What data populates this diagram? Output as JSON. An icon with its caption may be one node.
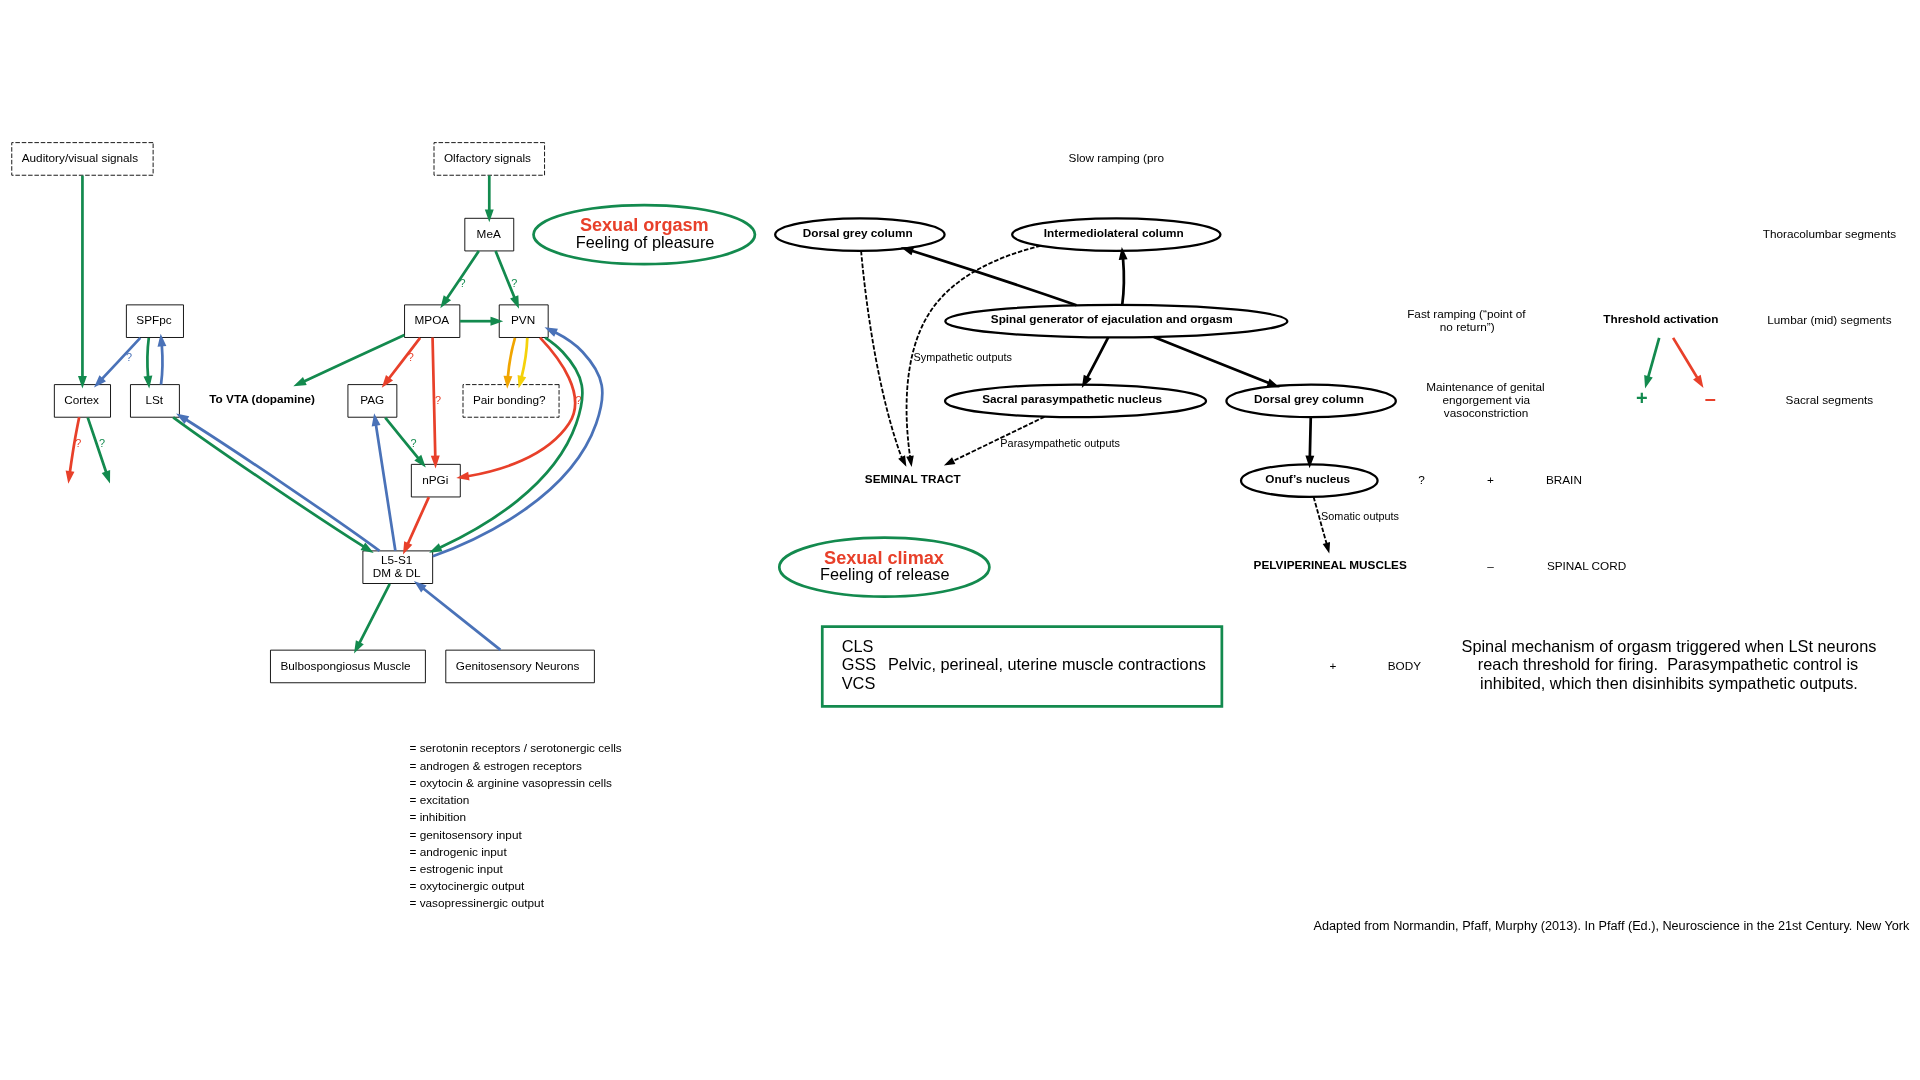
{
  "diagram": {
    "caption": "Adapted from Normandin, Pfaff, Murphy (2013). In Pfaff (Ed.), Neuroscience in the 21st Century. New York",
    "nodes": [
      {
        "text": [
          "Auditory/visual signals"
        ]
      },
      {
        "text": [
          "Olfactory signals"
        ]
      },
      {
        "text": [
          "Cortex"
        ]
      },
      {
        "text": [
          "MeA"
        ]
      },
      {
        "text": [
          "MPOA"
        ]
      },
      {
        "text": [
          "PVN"
        ]
      },
      {
        "text": [
          "Pair bonding?"
        ]
      },
      {
        "text": [
          "To VTA (dopamine)"
        ]
      },
      {
        "text": [
          "SPFpc"
        ]
      },
      {
        "text": [
          "PAG"
        ]
      },
      {
        "text": [
          "LSt"
        ]
      },
      {
        "text": [
          "nPGi"
        ]
      },
      {
        "text": [
          "L5-S1",
          "DM & DL"
        ]
      },
      {
        "text": [
          "Genitosensory Neurons"
        ]
      },
      {
        "text": [
          "Bulbospongiosus Muscle"
        ]
      },
      {
        "text": [
          "Sexual orgasm",
          "Feeling of pleasure"
        ]
      },
      {
        "text": [
          "Sexual climax",
          "Feeling of release"
        ]
      },
      {
        "text": [
          "CLS",
          "GSS",
          "VCS",
          "Pelvic, perineal, uterine muscle contractions"
        ]
      },
      {
        "text": [
          "Dorsal grey column"
        ]
      },
      {
        "text": [
          "Intermediolateral column"
        ]
      },
      {
        "text": [
          "Spinal generator of ejaculation and orgasm"
        ]
      },
      {
        "text": [
          "Threshold activation"
        ]
      },
      {
        "text": [
          "+"
        ]
      },
      {
        "text": [
          "–"
        ]
      },
      {
        "text": [
          "Sacral parasympathetic nucleus"
        ]
      },
      {
        "text": [
          "Dorsal grey column"
        ]
      },
      {
        "text": [
          "Onuf’s nucleus"
        ]
      },
      {
        "text": [
          "SEMINAL TRACT"
        ]
      },
      {
        "text": [
          "PELVIPERINEAL MUSCLES"
        ]
      }
    ],
    "edges": [
      {
        "from": 0,
        "to": 2,
        "arrow": "to",
        "color": "#138a4e"
      },
      {
        "from": 2,
        "to": null,
        "arrow": "to",
        "color": "#138a4e",
        "label": "?"
      },
      {
        "from": 2,
        "to": null,
        "arrow": "to",
        "color": "#e8402a",
        "label": "?"
      },
      {
        "from": 1,
        "to": 3,
        "arrow": "to",
        "color": "#138a4e"
      },
      {
        "from": 3,
        "to": 4,
        "arrow": "to",
        "color": "#138a4e",
        "label": "?"
      },
      {
        "from": 3,
        "to": 5,
        "arrow": "to",
        "color": "#138a4e",
        "label": "?"
      },
      {
        "from": 4,
        "to": 5,
        "arrow": "to",
        "color": "#138a4e"
      },
      {
        "from": 4,
        "to": 7,
        "arrow": "to",
        "color": "#138a4e"
      },
      {
        "from": 5,
        "to": 6,
        "arrow": "to",
        "color": "#f0a500"
      },
      {
        "from": 5,
        "to": 6,
        "arrow": "to",
        "color": "#f5d20a"
      },
      {
        "from": 8,
        "to": 2,
        "arrow": "to",
        "color": "#4a72b8",
        "label": "?"
      },
      {
        "from": 4,
        "to": 9,
        "arrow": "to",
        "color": "#e8402a",
        "label": "?"
      },
      {
        "from": 4,
        "to": 11,
        "arrow": "to",
        "color": "#e8402a",
        "label": "?"
      },
      {
        "from": 5,
        "to": 11,
        "arrow": "to",
        "color": "#e8402a",
        "label": "?"
      },
      {
        "from": 5,
        "to": 12,
        "arrow": "to",
        "color": "#138a4e"
      },
      {
        "from": 12,
        "to": 5,
        "arrow": "to",
        "color": "#4a72b8"
      },
      {
        "from": 9,
        "to": 11,
        "arrow": "to",
        "color": "#138a4e",
        "label": "?"
      },
      {
        "from": 12,
        "to": 9,
        "arrow": "to",
        "color": "#4a72b8"
      },
      {
        "from": 11,
        "to": 12,
        "arrow": "to",
        "color": "#e8402a"
      },
      {
        "from": 8,
        "to": 10,
        "arrow": "to",
        "color": "#138a4e"
      },
      {
        "from": 10,
        "to": 8,
        "arrow": "to",
        "color": "#4a72b8"
      },
      {
        "from": 10,
        "to": 12,
        "arrow": "to",
        "color": "#138a4e"
      },
      {
        "from": 12,
        "to": 10,
        "arrow": "to",
        "color": "#4a72b8"
      },
      {
        "from": 13,
        "to": 12,
        "arrow": "to",
        "color": "#4a72b8"
      },
      {
        "from": 12,
        "to": 14,
        "arrow": "to",
        "color": "#138a4e"
      },
      {
        "from": 20,
        "to": 18,
        "arrow": "to",
        "color": "#000000"
      },
      {
        "from": 20,
        "to": 19,
        "arrow": "to",
        "color": "#000000"
      },
      {
        "from": 20,
        "to": 25,
        "arrow": "to",
        "color": "#000000"
      },
      {
        "from": 20,
        "to": 24,
        "arrow": "to",
        "color": "#000000"
      },
      {
        "from": 25,
        "to": 26,
        "arrow": "to",
        "color": "#000000"
      },
      {
        "from": 21,
        "to": 22,
        "arrow": "to",
        "color": "#138a4e"
      },
      {
        "from": 21,
        "to": 23,
        "arrow": "to",
        "color": "#e8402a"
      },
      {
        "from": 18,
        "to": 27,
        "arrow": "to",
        "style": "dashed",
        "color": "#000000"
      },
      {
        "from": 19,
        "to": 27,
        "arrow": "to",
        "style": "dashed",
        "color": "#000000",
        "label": "Sympathetic outputs"
      },
      {
        "from": 24,
        "to": 27,
        "arrow": "to",
        "style": "dashed",
        "color": "#000000",
        "label": "Parasympathetic outputs"
      },
      {
        "from": 26,
        "to": 28,
        "arrow": "to",
        "style": "dashed",
        "color": "#000000",
        "label": "Somatic outputs"
      }
    ],
    "labels": [
      "?",
      "BRAIN",
      "SPINAL CORD",
      "BODY",
      "Thoracolumbar segments",
      "Slow ramping (pro",
      "Fast ramping (“point of no return”)",
      "Lumbar (mid) segments",
      "Maintenance of genital engorgement via vasoconstriction",
      "+",
      "–",
      "Sacral segments",
      "+",
      "Spinal mechanism of orgasm triggered when LSt neurons reach threshold for firing.  Parasympathetic control is inhibited, which then disinhibits sympathetic outputs."
    ],
    "legend": [
      {
        "text": "= serotonin receptors / serotonergic cells"
      },
      {
        "text": "= androgen & estrogen receptors"
      },
      {
        "text": "= oxytocin & arginine vasopressin cells"
      },
      {
        "text": "= excitation"
      },
      {
        "text": "= inhibition"
      },
      {
        "text": "= genitosensory input"
      },
      {
        "text": "= androgenic input"
      },
      {
        "text": "= estrogenic input"
      },
      {
        "text": "= oxytocinergic output"
      },
      {
        "text": "= vasopressinergic output"
      }
    ]
  }
}
